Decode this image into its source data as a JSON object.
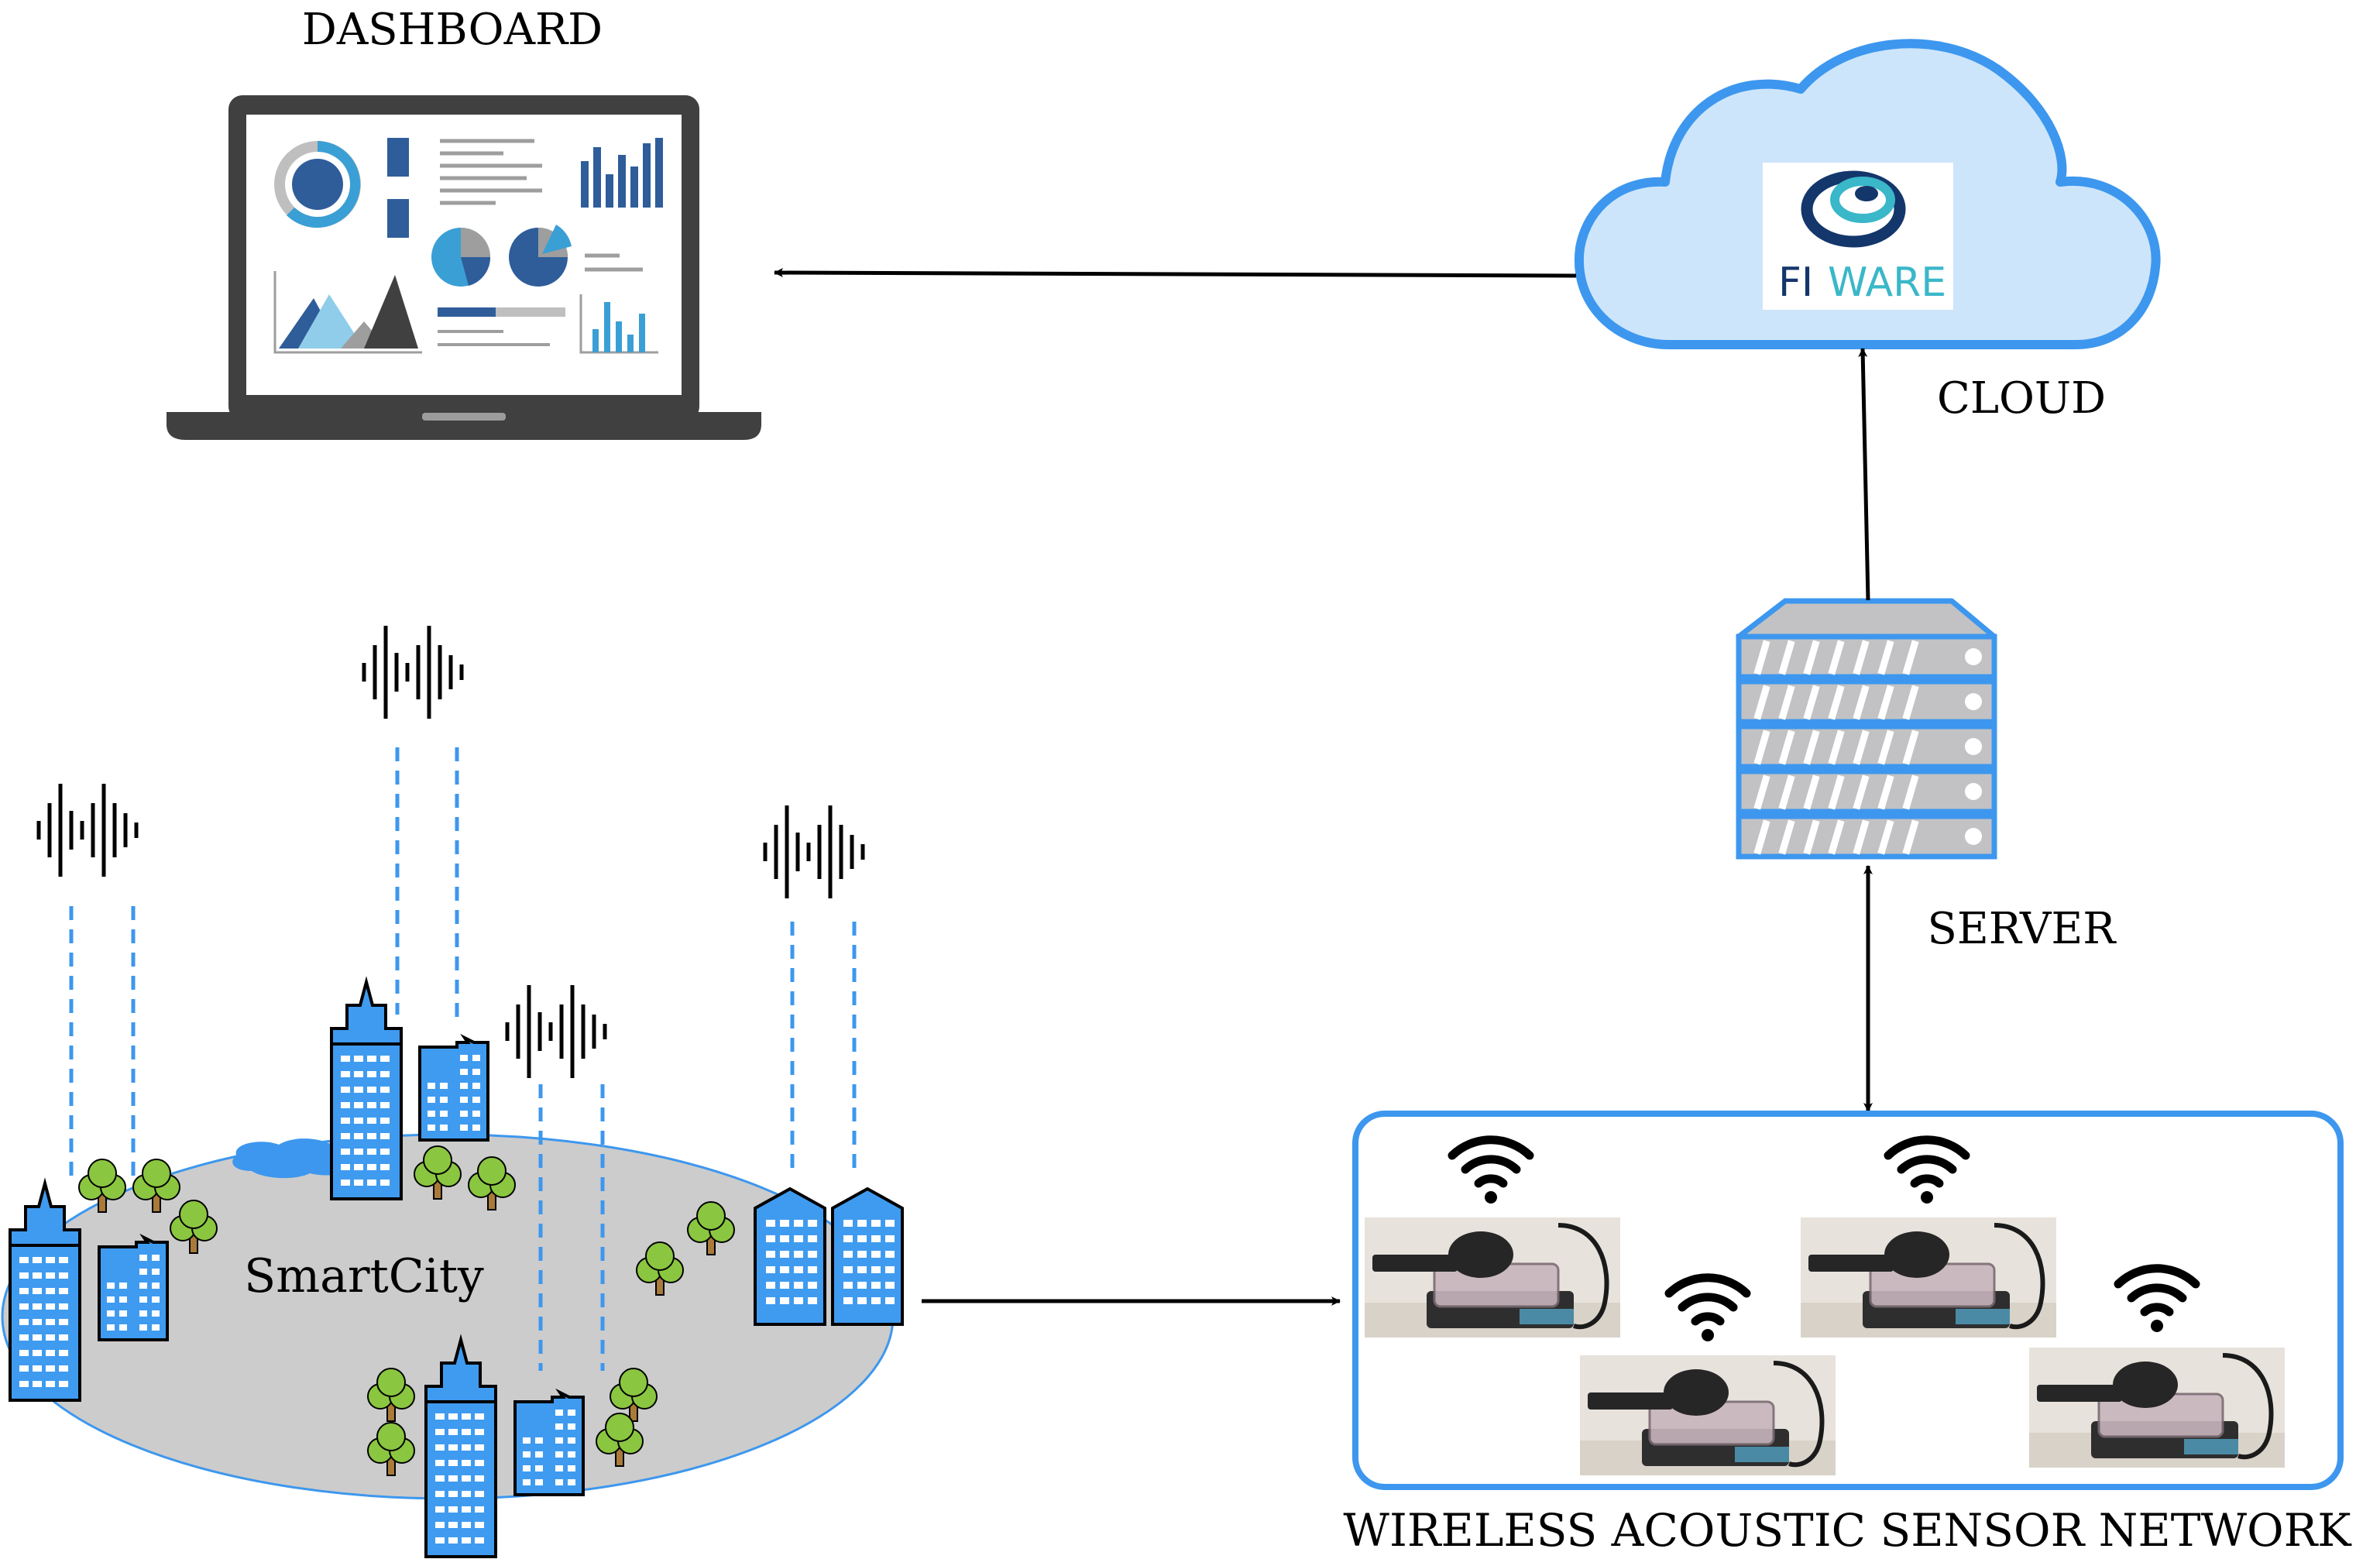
{
  "labels": {
    "dashboard": "DASHBOARD",
    "cloud": "CLOUD",
    "server": "SERVER",
    "smartcity": "SmartCity",
    "wasn": "WIRELESS ACOUSTIC SENSOR NETWORK"
  },
  "cloud_logo": {
    "text_fi": "FI",
    "text_ware": "WARE"
  },
  "colors": {
    "accent_blue": "#3d97ee",
    "cloud_fill": "#cde5fb",
    "building_blue": "#3f9bf0",
    "city_ground": "#cccccc",
    "laptop_dark": "#404040",
    "tree_green": "#8bc640",
    "fiware_dark": "#13366b",
    "fiware_teal": "#3ab7c9",
    "server_grey": "#c2c2c4"
  },
  "icons": {
    "laptop": "laptop-icon",
    "cloud": "cloud-icon",
    "server": "server-rack-icon",
    "wifi": "wifi-icon",
    "sound": "sound-wave-icon",
    "building": "building-icon",
    "tree": "tree-icon"
  }
}
